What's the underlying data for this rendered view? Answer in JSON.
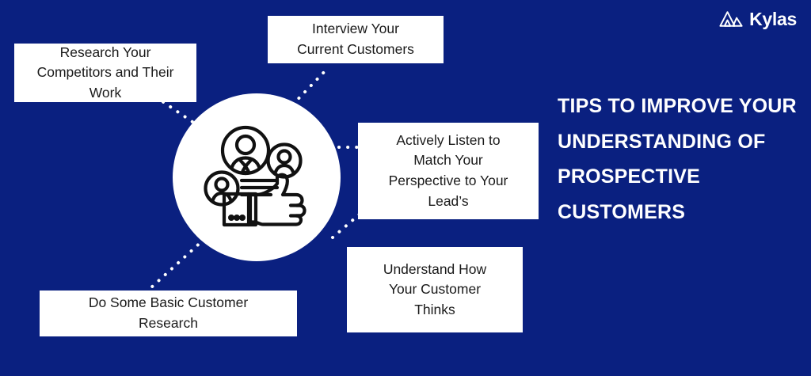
{
  "theme": {
    "background_color": "#0a2080",
    "box_background_color": "#ffffff",
    "box_text_color": "#1a1a1a",
    "headline_color": "#ffffff",
    "connector_color": "#ffffff"
  },
  "brand": {
    "name": "Kylas",
    "mark_icon": "mountain-logo-icon"
  },
  "headline": {
    "text": "TIPS TO IMPROVE YOUR UNDERSTANDING OF PROSPECTIVE CUSTOMERS"
  },
  "center": {
    "icon_name": "customer-feedback-thumbs-up-icon",
    "icon_description": "Three person avatars above a hand giving a thumbs up next to text lines"
  },
  "callouts": [
    {
      "id": "research-competitors",
      "text": "Research Your\nCompetitors and Their\nWork"
    },
    {
      "id": "interview-customers",
      "text": "Interview Your\nCurrent Customers"
    },
    {
      "id": "actively-listen",
      "text": "Actively Listen to\nMatch Your\nPerspective to Your\nLead’s"
    },
    {
      "id": "understand-thinks",
      "text": "Understand How\nYour Customer\nThinks"
    },
    {
      "id": "basic-research",
      "text": "Do Some Basic Customer\nResearch"
    }
  ]
}
